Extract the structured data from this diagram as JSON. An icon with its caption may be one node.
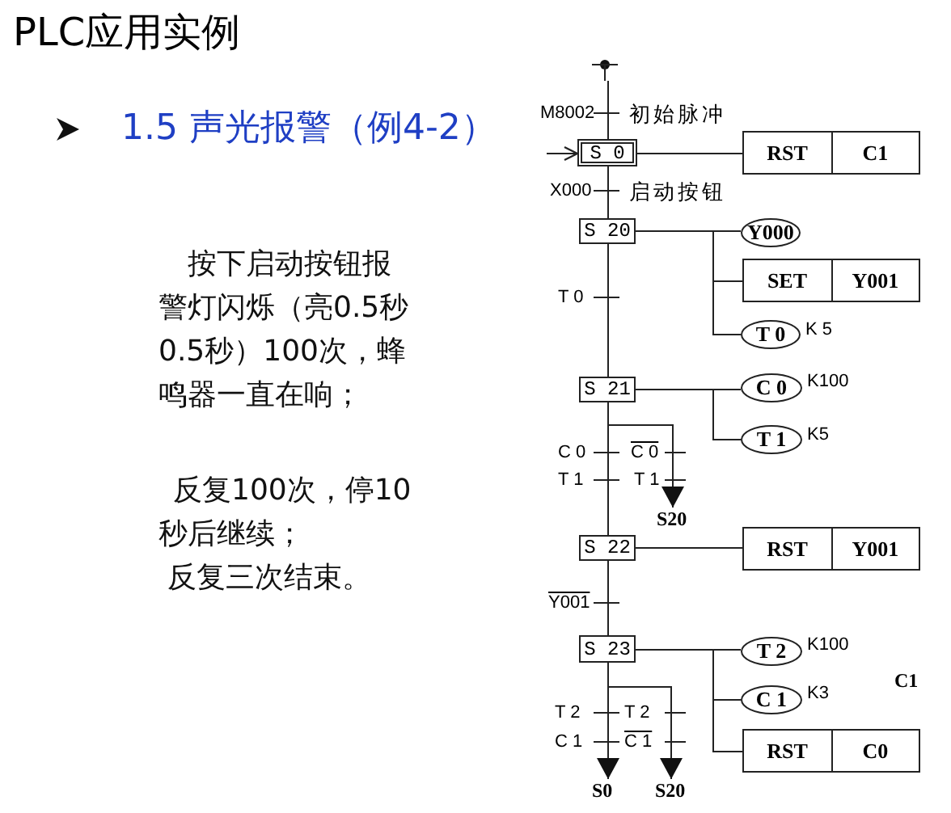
{
  "diagram": {
    "title": "PLC应用实例",
    "nodes": [
      {
        "text": [
          "S 0"
        ]
      },
      {
        "text": [
          "RST",
          "C1"
        ]
      },
      {
        "text": [
          "S 20"
        ]
      },
      {
        "text": [
          "Y000"
        ]
      },
      {
        "text": [
          "SET",
          "Y001"
        ]
      },
      {
        "text": [
          "T 0"
        ],
        "beside": [
          "K 5"
        ]
      },
      {
        "text": [
          "S 21"
        ]
      },
      {
        "text": [
          "C 0"
        ],
        "beside": [
          "K100"
        ]
      },
      {
        "text": [
          "T 1"
        ],
        "beside": [
          "K5"
        ]
      },
      {
        "text": [
          "S20"
        ]
      },
      {
        "text": [
          "S 22"
        ]
      },
      {
        "text": [
          "RST",
          "Y001"
        ]
      },
      {
        "text": [
          "S 23"
        ]
      },
      {
        "text": [
          "T 2"
        ],
        "beside": [
          "K100"
        ]
      },
      {
        "text": [
          "C 1"
        ],
        "beside": [
          "K3"
        ]
      },
      {
        "text": [
          "RST",
          "C0"
        ]
      },
      {
        "text": [
          "S0"
        ]
      },
      {
        "text": [
          "S20"
        ]
      }
    ],
    "edges": [
      {
        "from": null,
        "to": 0,
        "arrow": "none"
      },
      {
        "from": null,
        "to": 0,
        "arrow": "to"
      },
      {
        "from": 0,
        "to": 1,
        "arrow": "none"
      },
      {
        "from": 0,
        "to": 2,
        "arrow": "none"
      },
      {
        "from": 2,
        "to": 3,
        "arrow": "none"
      },
      {
        "from": 2,
        "to": 4,
        "arrow": "none"
      },
      {
        "from": 2,
        "to": 5,
        "arrow": "none"
      },
      {
        "from": 2,
        "to": 6,
        "arrow": "none"
      },
      {
        "from": 6,
        "to": 7,
        "arrow": "none"
      },
      {
        "from": 6,
        "to": 8,
        "arrow": "none"
      },
      {
        "from": 6,
        "to": 10,
        "arrow": "none"
      },
      {
        "from": 6,
        "to": 9,
        "arrow": "to"
      },
      {
        "from": 10,
        "to": 11,
        "arrow": "none"
      },
      {
        "from": 10,
        "to": 12,
        "arrow": "none"
      },
      {
        "from": 12,
        "to": 13,
        "arrow": "none"
      },
      {
        "from": 12,
        "to": 14,
        "arrow": "none"
      },
      {
        "from": 12,
        "to": 15,
        "arrow": "none"
      },
      {
        "from": 12,
        "to": 16,
        "arrow": "to"
      },
      {
        "from": 12,
        "to": 17,
        "arrow": "to"
      }
    ],
    "labels": [
      "1.5  声光报警（例4-2）",
      "按下启动按钮报警灯闪烁（亮0.5秒0.5秒）100次，蜂鸣器一直在响；",
      "反复100次，停10秒后继续；",
      "反复三次结束。",
      "M8002",
      "初始脉冲",
      "X000",
      "启动按钮",
      "T 0",
      "C 0",
      "C 0",
      "T 1",
      "T 1",
      "Y001",
      "T 2",
      "T 2",
      "C 1",
      "C 1",
      "C1"
    ]
  }
}
